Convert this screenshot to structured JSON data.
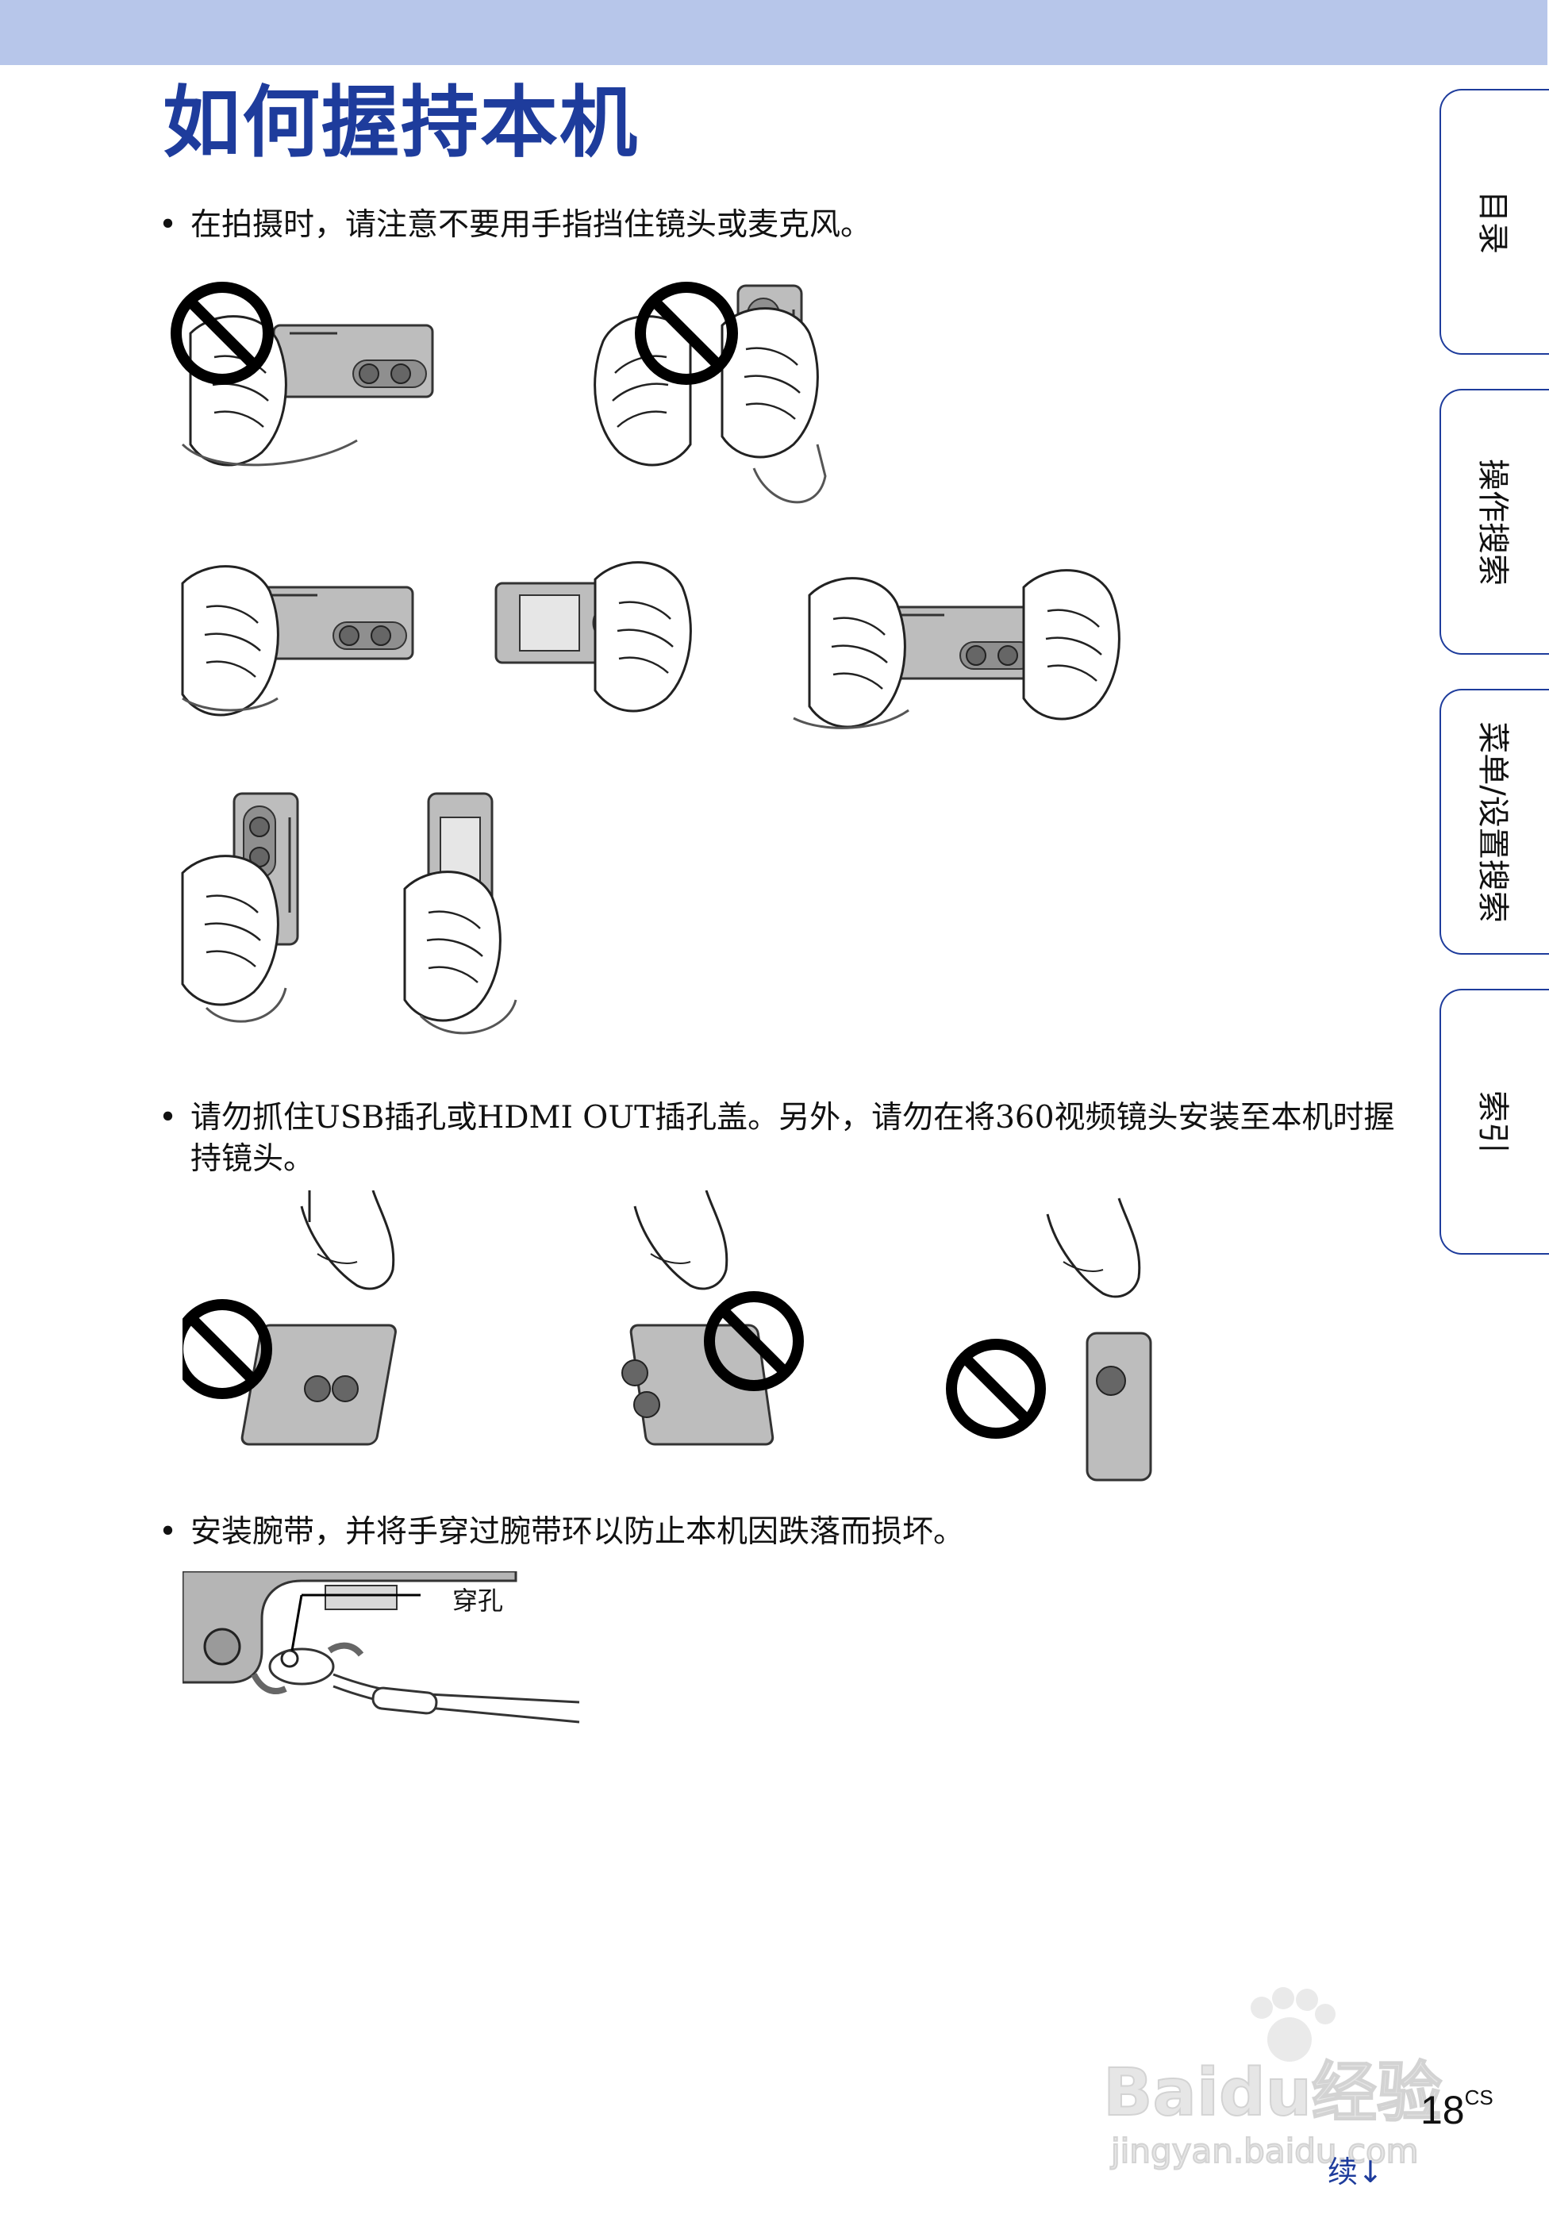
{
  "header": {
    "title": "如何握持本机"
  },
  "side_tabs": [
    {
      "label": "目录"
    },
    {
      "label": "操作搜索"
    },
    {
      "label": "菜单/设置搜索"
    },
    {
      "label": "索引"
    }
  ],
  "sections": [
    {
      "bullet": "•",
      "text": "在拍摄时，请注意不要用手指挡住镜头或麦克风。"
    },
    {
      "bullet": "•",
      "text": "请勿抓住USB插孔或HDMI OUT插孔盖。另外，请勿在将360视频镜头安装至本机时握持镜头。"
    },
    {
      "bullet": "•",
      "text": "安装腕带，并将手穿过腕带环以防止本机因跌落而损坏。"
    }
  ],
  "strap_figure": {
    "callout": "穿孔"
  },
  "footer": {
    "page_number": "18",
    "page_suffix": "CS",
    "continued": "续"
  },
  "watermark": {
    "text": "Baidu经验",
    "url": "jingyan.baidu.com"
  }
}
